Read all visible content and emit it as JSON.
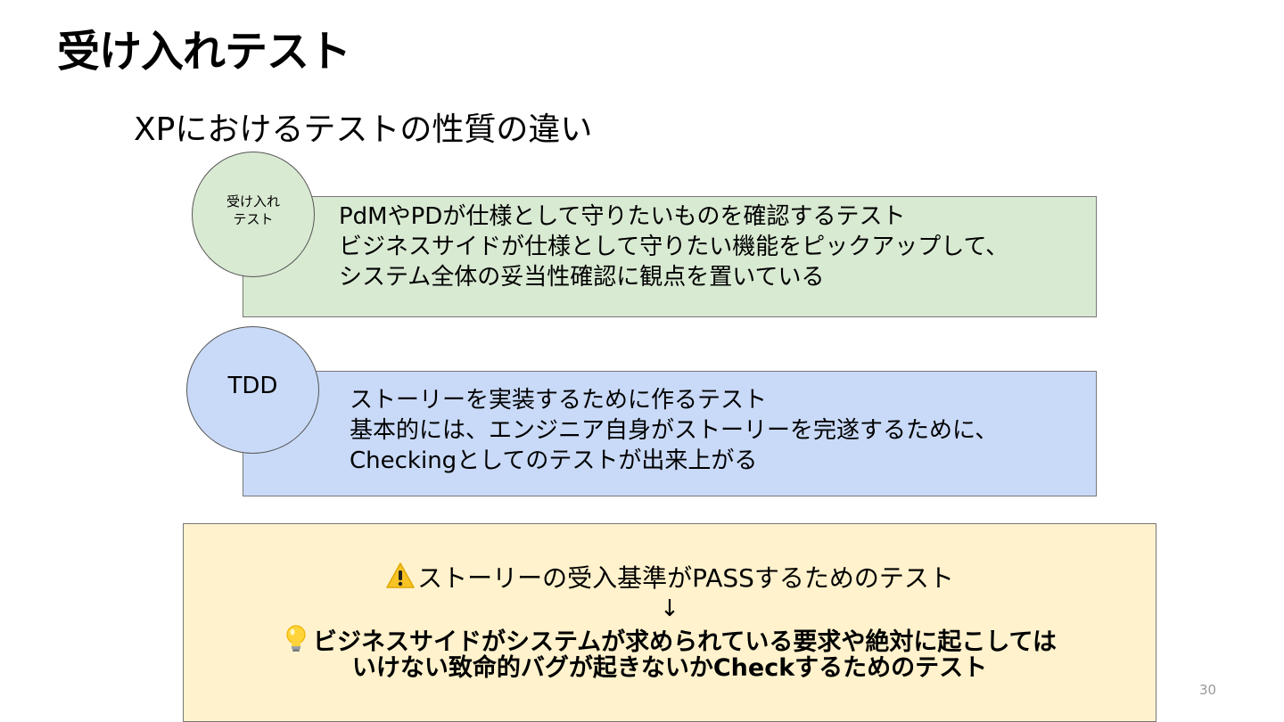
{
  "slide": {
    "title": "受け入れテスト",
    "subtitle": "XPにおけるテストの性質の違い",
    "acceptance": {
      "circle_label_line1": "受け入れ",
      "circle_label_line2": "テスト",
      "lines": [
        "PdMやPDが仕様として守りたいものを確認するテスト",
        "ビジネスサイドが仕様として守りたい機能をピックアップして、",
        "システム全体の妥当性確認に観点を置いている"
      ],
      "color": "#d9ead3"
    },
    "tdd": {
      "circle_label": "TDD",
      "lines": [
        "ストーリーを実装するために作るテスト",
        "基本的には、エンジニア自身がストーリーを完遂するために、",
        "Checkingとしてのテストが出来上がる"
      ],
      "color": "#c9daf8"
    },
    "summary": {
      "warning_icon": "warning-icon",
      "line1": "ストーリーの受入基準がPASSするためのテスト",
      "arrow": "↓",
      "bulb_icon": "lightbulb-icon",
      "line2": "ビジネスサイドがシステムが求められている要求や絶対に起こしては",
      "line3": "いけない致命的バグが起きないかCheckするためのテスト",
      "color": "#fff2cc"
    },
    "page_number": "30"
  }
}
